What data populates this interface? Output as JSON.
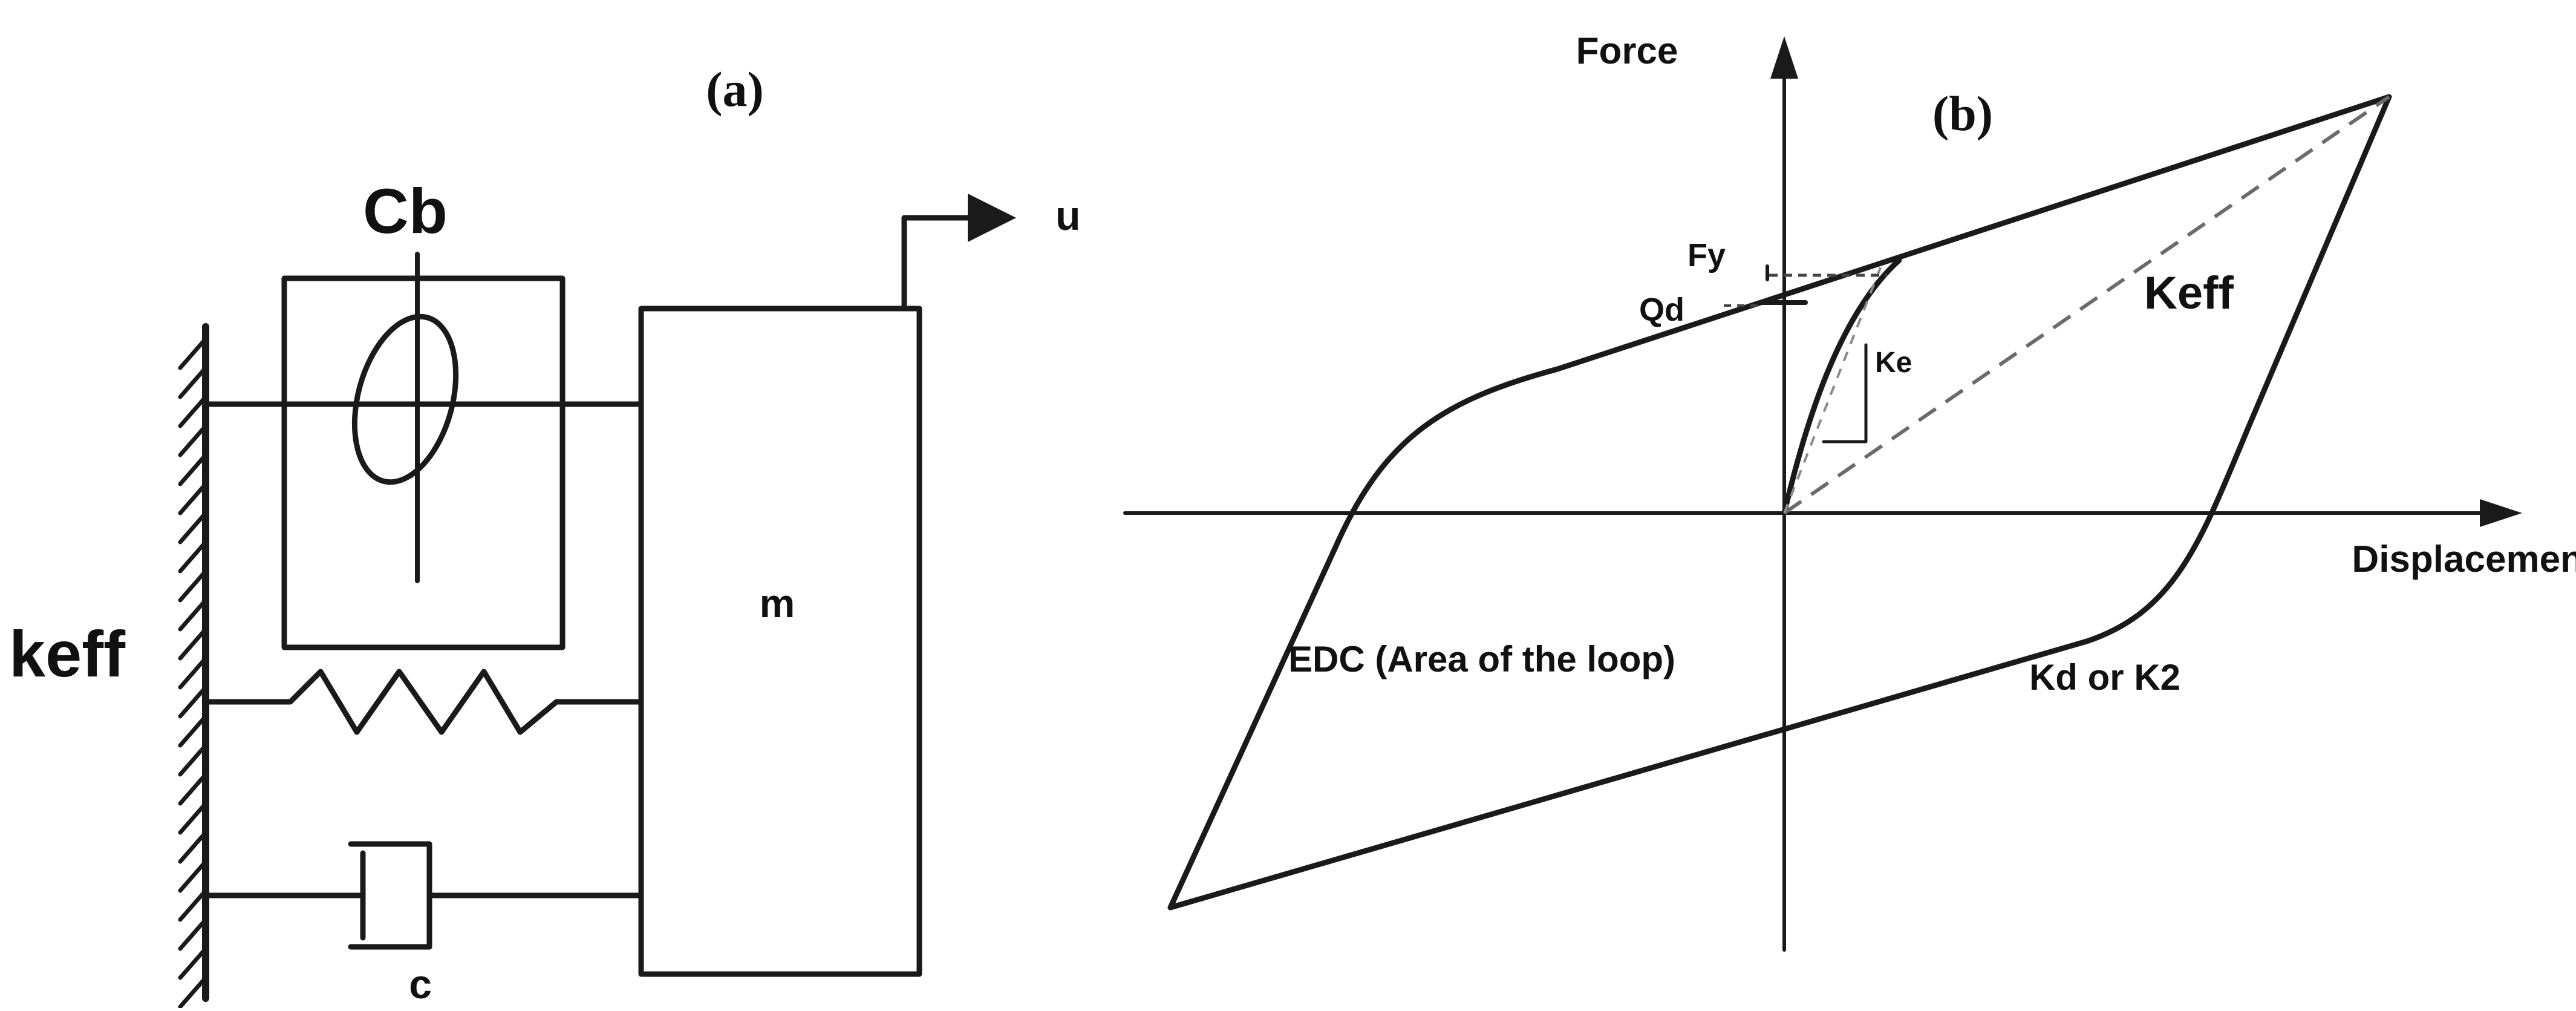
{
  "panel_a": {
    "label": "(a)",
    "damper_label": "Cb",
    "stiffness_label": "keff",
    "mass_label": "m",
    "dashpot_label": "c",
    "displacement_label": "u"
  },
  "panel_b": {
    "label": "(b)",
    "y_axis_label": "Force",
    "x_axis_label": "Displacement",
    "fy_label": "Fy",
    "qd_label": "Qd",
    "ke_label": "Ke",
    "keff_label": "Keff",
    "edc_label": "EDC (Area of the loop)",
    "kd_label": "Kd or K2"
  },
  "colors": {
    "line": "#1a1a1a",
    "dashed": "#6b6b6b",
    "background": "#ffffff"
  }
}
